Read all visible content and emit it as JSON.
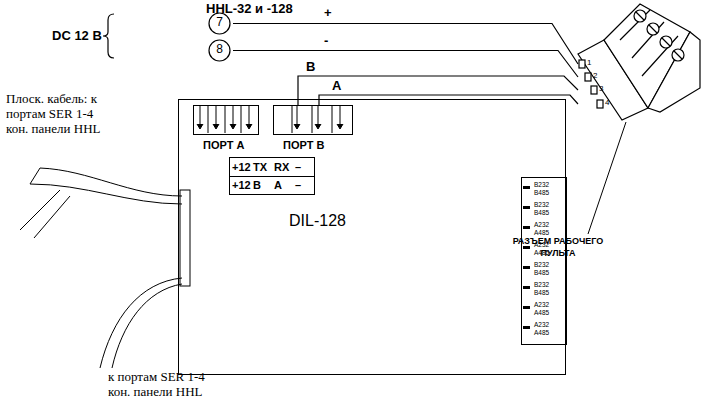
{
  "diagram": {
    "title": "HHL-32 и -128",
    "nodes": [
      {
        "text": [
          "7"
        ]
      },
      {
        "text": [
          "8"
        ]
      },
      {
        "text": [
          "1",
          "2",
          "3",
          "4"
        ]
      },
      {
        "text": [
          "DIL-128"
        ]
      },
      {
        "text": [
          "ПОРТ А"
        ],
        "in": 3
      },
      {
        "text": [
          "ПОРТ В"
        ],
        "in": 3
      },
      {
        "text": [
          "+12",
          "TX",
          "RX",
          "–",
          "+12",
          "B",
          "A",
          "–"
        ],
        "in": 3
      },
      {
        "text": [
          "B232",
          "B485",
          "B232",
          "B485",
          "A232",
          "A485",
          "A232",
          "A485",
          "B232",
          "B485",
          "B232",
          "B485",
          "A232",
          "A485",
          "A232",
          "A485"
        ],
        "in": 3
      }
    ],
    "edges": [
      {
        "from": 0,
        "to": 2,
        "arrow": "none",
        "label": "+"
      },
      {
        "from": 1,
        "to": 2,
        "arrow": "none",
        "label": "-"
      },
      {
        "from": 5,
        "to": 2,
        "arrow": "none",
        "label": "B"
      },
      {
        "from": 5,
        "to": 2,
        "arrow": "none",
        "label": "A"
      }
    ],
    "labels": [
      "DC 12 В",
      "Плоск. кабель: к портам SER 1-4 кон. панели HHL",
      "к портам SER 1-4 кон. панели HHL",
      "РАЗЪЕМ РАБОЧЕГО ПУЛЬТА"
    ]
  }
}
